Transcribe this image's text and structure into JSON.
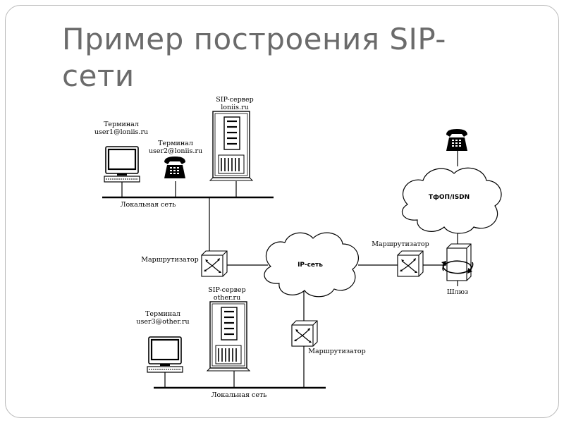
{
  "title": "Пример построения SIP-сети",
  "labels": {
    "terminal1_title": "Терминал",
    "terminal1_addr": "user1@loniis.ru",
    "terminal2_title": "Терминал",
    "terminal2_addr": "user2@loniis.ru",
    "server1_title": "SIP-сервер",
    "server1_addr": "loniis.ru",
    "lan1": "Локальная сеть",
    "router1": "Маршрутизатор",
    "ip_network": "IP-сеть",
    "router2": "Маршрутизатор",
    "pstn": "ТфОП/ISDN",
    "gateway": "Шлюз",
    "server2_title": "SIP-сервер",
    "server2_addr": "other.ru",
    "terminal3_title": "Терминал",
    "terminal3_addr": "user3@other.ru",
    "router3": "Маршрутизатор",
    "lan2": "Локальная сеть"
  },
  "icons": [
    "computer-icon",
    "telephone-icon",
    "server-icon",
    "router-icon",
    "cloud-icon",
    "gateway-icon"
  ]
}
